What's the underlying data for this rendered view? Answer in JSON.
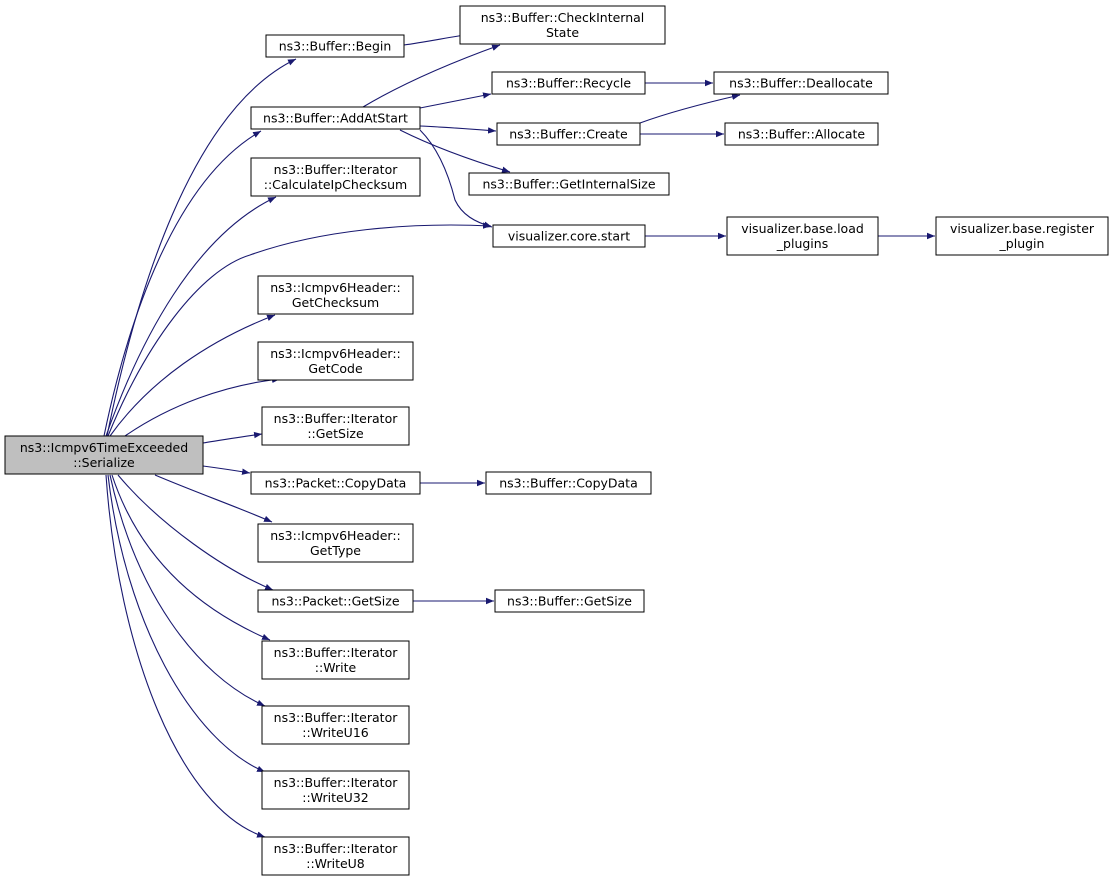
{
  "colors": {
    "edge": "#191970",
    "node_fill": "#ffffff",
    "root_fill": "#bfbfbf",
    "border": "#000000"
  },
  "nodes": [
    {
      "id": "root",
      "lines": [
        "ns3::Icmpv6TimeExceeded",
        "::Serialize"
      ],
      "root": true
    },
    {
      "id": "begin",
      "lines": [
        "ns3::Buffer::Begin"
      ]
    },
    {
      "id": "addatstart",
      "lines": [
        "ns3::Buffer::AddAtStart"
      ]
    },
    {
      "id": "calcip",
      "lines": [
        "ns3::Buffer::Iterator",
        "::CalculateIpChecksum"
      ]
    },
    {
      "id": "getchecksum",
      "lines": [
        "ns3::Icmpv6Header::",
        "GetChecksum"
      ]
    },
    {
      "id": "getcode",
      "lines": [
        "ns3::Icmpv6Header::",
        "GetCode"
      ]
    },
    {
      "id": "itgetsize",
      "lines": [
        "ns3::Buffer::Iterator",
        "::GetSize"
      ]
    },
    {
      "id": "pcopydata",
      "lines": [
        "ns3::Packet::CopyData"
      ]
    },
    {
      "id": "gettype",
      "lines": [
        "ns3::Icmpv6Header::",
        "GetType"
      ]
    },
    {
      "id": "pgetsize",
      "lines": [
        "ns3::Packet::GetSize"
      ]
    },
    {
      "id": "write",
      "lines": [
        "ns3::Buffer::Iterator",
        "::Write"
      ]
    },
    {
      "id": "writeu16",
      "lines": [
        "ns3::Buffer::Iterator",
        "::WriteU16"
      ]
    },
    {
      "id": "writeu32",
      "lines": [
        "ns3::Buffer::Iterator",
        "::WriteU32"
      ]
    },
    {
      "id": "writeu8",
      "lines": [
        "ns3::Buffer::Iterator",
        "::WriteU8"
      ]
    },
    {
      "id": "checkinternal",
      "lines": [
        "ns3::Buffer::CheckInternal",
        "State"
      ]
    },
    {
      "id": "recycle",
      "lines": [
        "ns3::Buffer::Recycle"
      ]
    },
    {
      "id": "create",
      "lines": [
        "ns3::Buffer::Create"
      ]
    },
    {
      "id": "getinternalsize",
      "lines": [
        "ns3::Buffer::GetInternalSize"
      ]
    },
    {
      "id": "vcorestart",
      "lines": [
        "visualizer.core.start"
      ]
    },
    {
      "id": "deallocate",
      "lines": [
        "ns3::Buffer::Deallocate"
      ]
    },
    {
      "id": "allocate",
      "lines": [
        "ns3::Buffer::Allocate"
      ]
    },
    {
      "id": "loadplugins",
      "lines": [
        "visualizer.base.load",
        "_plugins"
      ]
    },
    {
      "id": "registerplugin",
      "lines": [
        "visualizer.base.register",
        "_plugin"
      ]
    },
    {
      "id": "bcopydata",
      "lines": [
        "ns3::Buffer::CopyData"
      ]
    },
    {
      "id": "bgetsize",
      "lines": [
        "ns3::Buffer::GetSize"
      ]
    }
  ],
  "edges": [
    {
      "from": "root",
      "to": "begin"
    },
    {
      "from": "root",
      "to": "addatstart"
    },
    {
      "from": "root",
      "to": "calcip"
    },
    {
      "from": "root",
      "to": "vcorestart"
    },
    {
      "from": "root",
      "to": "getchecksum"
    },
    {
      "from": "root",
      "to": "getcode"
    },
    {
      "from": "root",
      "to": "itgetsize"
    },
    {
      "from": "root",
      "to": "pcopydata"
    },
    {
      "from": "root",
      "to": "gettype"
    },
    {
      "from": "root",
      "to": "pgetsize"
    },
    {
      "from": "root",
      "to": "write"
    },
    {
      "from": "root",
      "to": "writeu16"
    },
    {
      "from": "root",
      "to": "writeu32"
    },
    {
      "from": "root",
      "to": "writeu8"
    },
    {
      "from": "begin",
      "to": "checkinternal"
    },
    {
      "from": "addatstart",
      "to": "checkinternal"
    },
    {
      "from": "addatstart",
      "to": "recycle"
    },
    {
      "from": "addatstart",
      "to": "create"
    },
    {
      "from": "addatstart",
      "to": "getinternalsize"
    },
    {
      "from": "addatstart",
      "to": "vcorestart"
    },
    {
      "from": "recycle",
      "to": "deallocate"
    },
    {
      "from": "create",
      "to": "deallocate"
    },
    {
      "from": "create",
      "to": "allocate"
    },
    {
      "from": "vcorestart",
      "to": "loadplugins"
    },
    {
      "from": "loadplugins",
      "to": "registerplugin"
    },
    {
      "from": "pcopydata",
      "to": "bcopydata"
    },
    {
      "from": "pgetsize",
      "to": "bgetsize"
    }
  ]
}
